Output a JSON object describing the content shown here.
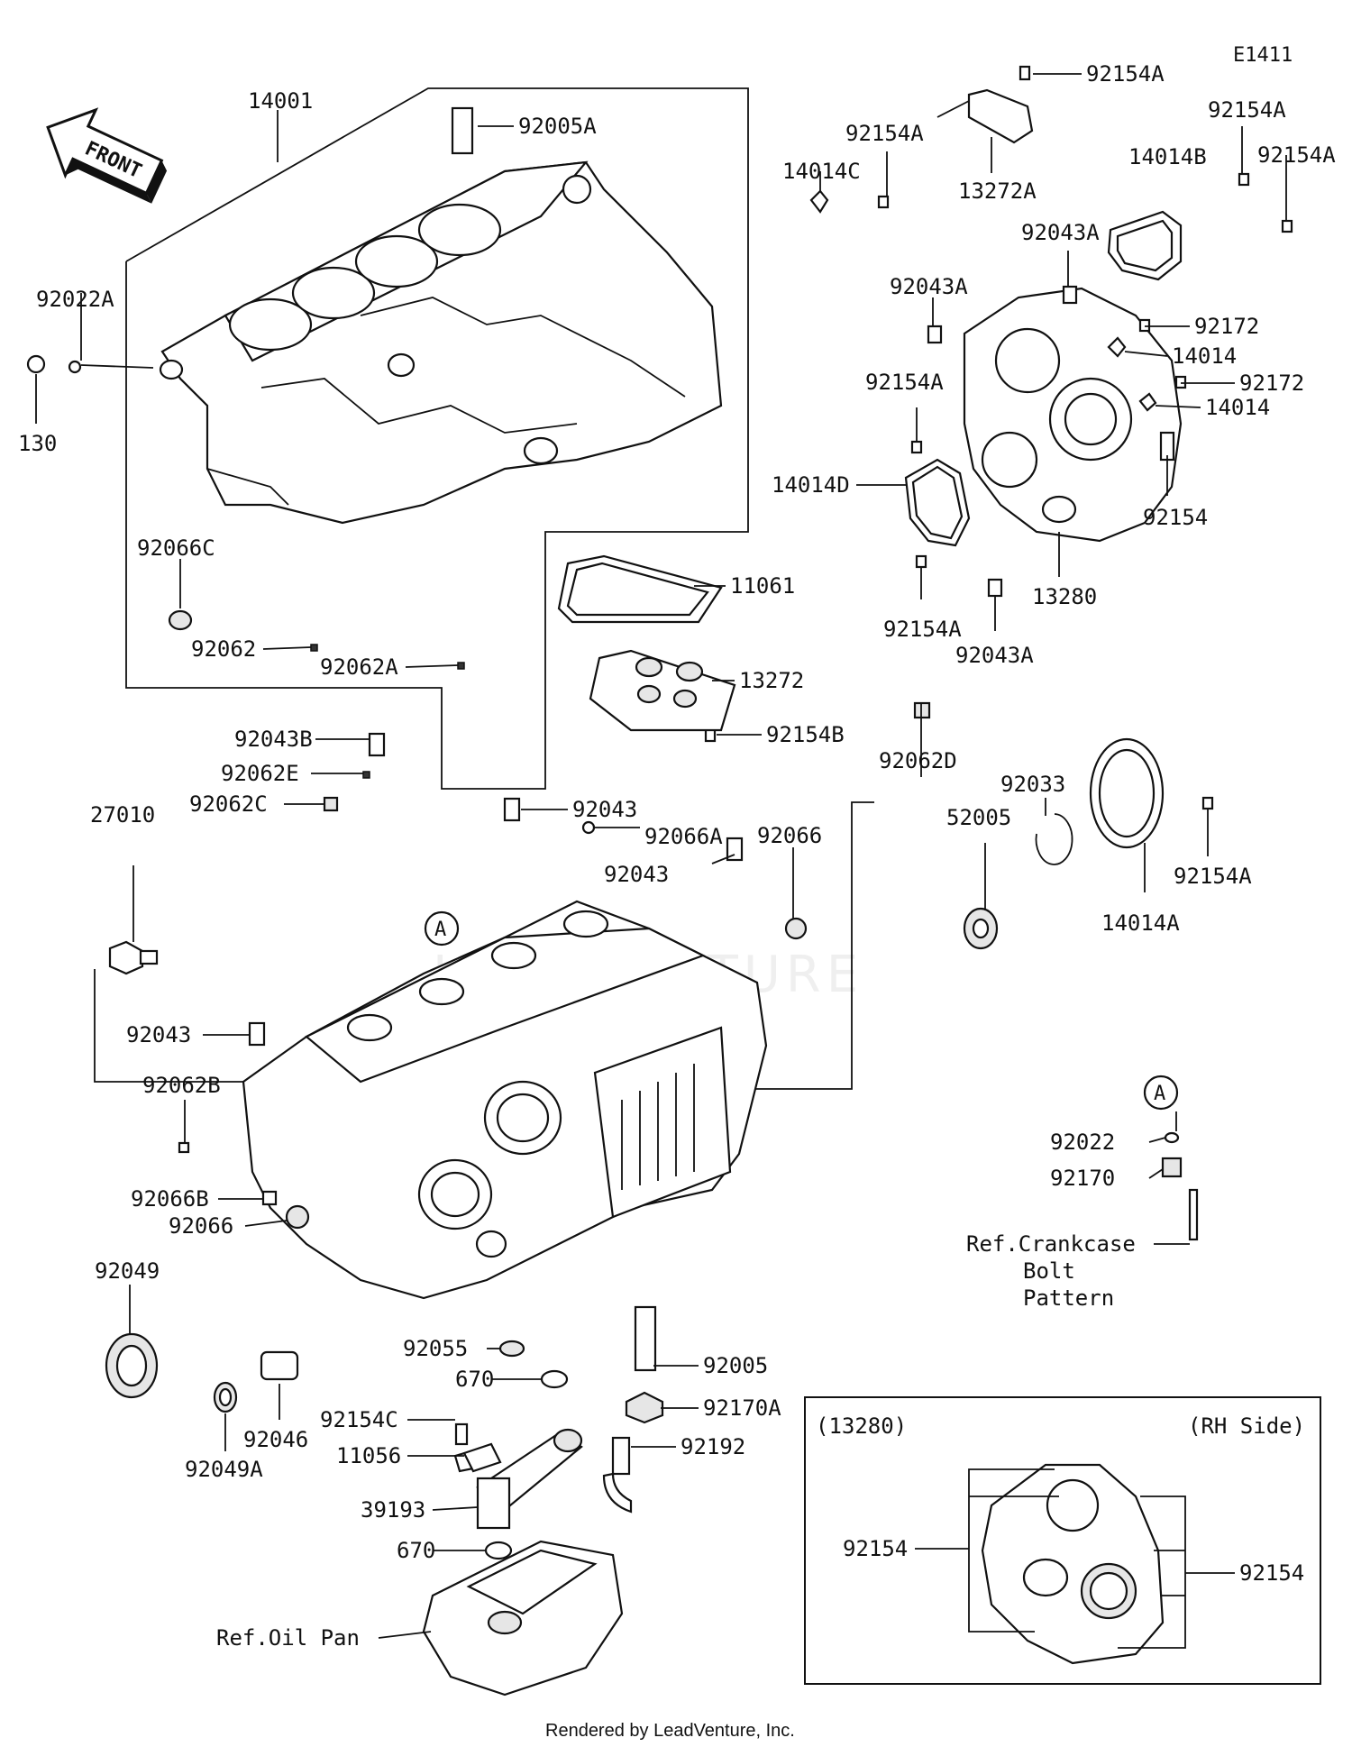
{
  "diagram": {
    "code": "E1411",
    "front_label": "FRONT",
    "parts": {
      "p14001": "14001",
      "p92005A": "92005A",
      "p92022A": "92022A",
      "p130": "130",
      "p92066C": "92066C",
      "p92062": "92062",
      "p92062A": "92062A",
      "p11061": "11061",
      "p13272": "13272",
      "p92154B": "92154B",
      "p92154A_top": "92154A",
      "p13272A": "13272A",
      "p92154A_l": "92154A",
      "p14014C": "14014C",
      "p92154A_r1": "92154A",
      "p92154A_r2": "92154A",
      "p14014B": "14014B",
      "p92043A_1": "92043A",
      "p92043A_2": "92043A",
      "p92172_1": "92172",
      "p14014_1": "14014",
      "p92172_2": "92172",
      "p14014_2": "14014",
      "p92154A_3": "92154A",
      "p14014D": "14014D",
      "p92154": "92154",
      "p13280": "13280",
      "p92154A_4": "92154A",
      "p92043A_3": "92043A",
      "p92043B": "92043B",
      "p92062E": "92062E",
      "p92062C": "92062C",
      "p27010": "27010",
      "p92043_1": "92043",
      "p92066A": "92066A",
      "p92043_2": "92043",
      "p92062D": "92062D",
      "p92033": "92033",
      "p52005": "52005",
      "p92066_1": "92066",
      "p92154A_5": "92154A",
      "p14014A": "14014A",
      "p92043_3": "92043",
      "p92062B": "92062B",
      "p92066B": "92066B",
      "p92066_2": "92066",
      "p92049": "92049",
      "p92055": "92055",
      "p92005": "92005",
      "p670_1": "670",
      "p92170A": "92170A",
      "p92154C": "92154C",
      "p92192": "92192",
      "p11056": "11056",
      "p92046": "92046",
      "p92049A": "92049A",
      "p39193": "39193",
      "p670_2": "670",
      "p92022": "92022",
      "p92170": "92170",
      "ref_oil_pan": "Ref.Oil Pan",
      "ref_bolt_1": "Ref.Crankcase",
      "ref_bolt_2": "Bolt",
      "ref_bolt_3": "Pattern",
      "circle_a": "A"
    },
    "inset": {
      "title": "(13280)",
      "side": "(RH Side)",
      "left_label": "92154",
      "right_label": "92154"
    },
    "footer": "Rendered by LeadVenture, Inc.",
    "watermark": "LEADVENTURE"
  }
}
